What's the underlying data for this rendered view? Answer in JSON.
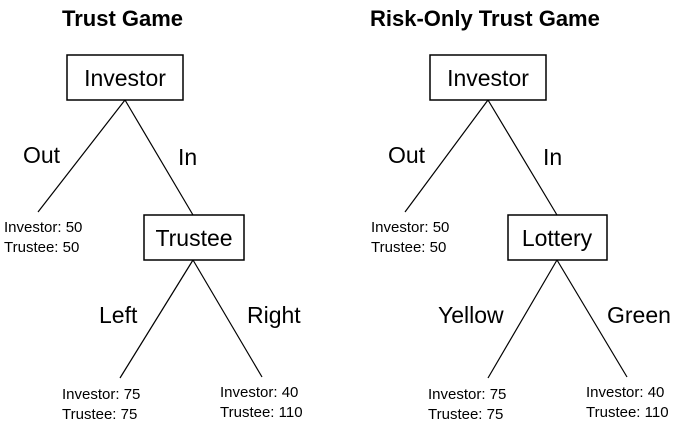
{
  "diagrams": [
    {
      "title": "Trust Game",
      "nodes": {
        "root": "Investor",
        "middle": "Trustee"
      },
      "edges": {
        "out": "Out",
        "in": "In",
        "left": "Left",
        "right": "Right"
      },
      "payoffs": {
        "out": [
          "Investor: 50",
          "Trustee: 50"
        ],
        "left": [
          "Investor: 75",
          "Trustee: 75"
        ],
        "right": [
          "Investor: 40",
          "Trustee: 110"
        ]
      }
    },
    {
      "title": "Risk-Only Trust Game",
      "nodes": {
        "root": "Investor",
        "middle": "Lottery"
      },
      "edges": {
        "out": "Out",
        "in": "In",
        "left": "Yellow",
        "right": "Green"
      },
      "payoffs": {
        "out": [
          "Investor: 50",
          "Trustee: 50"
        ],
        "left": [
          "Investor: 75",
          "Trustee: 75"
        ],
        "right": [
          "Investor: 40",
          "Trustee: 110"
        ]
      }
    }
  ]
}
